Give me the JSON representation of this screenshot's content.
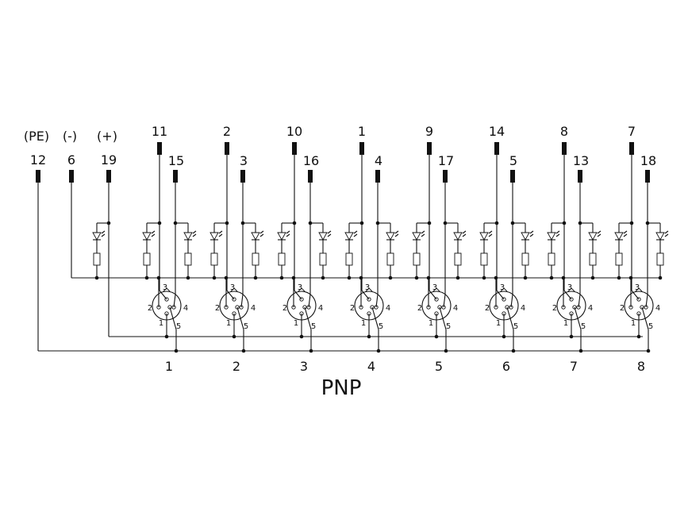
{
  "title": "PNP",
  "common_pins": [
    {
      "paren": "(PE)",
      "num": "12"
    },
    {
      "paren": "(-)",
      "num": "6"
    },
    {
      "paren": "(+)",
      "num": "19"
    }
  ],
  "channels": [
    {
      "top": "11",
      "sub": "15",
      "port": "1"
    },
    {
      "top": "2",
      "sub": "3",
      "port": "2"
    },
    {
      "top": "10",
      "sub": "16",
      "port": "3"
    },
    {
      "top": "1",
      "sub": "4",
      "port": "4"
    },
    {
      "top": "9",
      "sub": "17",
      "port": "5"
    },
    {
      "top": "14",
      "sub": "5",
      "port": "6"
    },
    {
      "top": "8",
      "sub": "13",
      "port": "7"
    },
    {
      "top": "7",
      "sub": "18",
      "port": "8"
    }
  ],
  "connector_pins": [
    "1",
    "2",
    "3",
    "4",
    "5"
  ]
}
